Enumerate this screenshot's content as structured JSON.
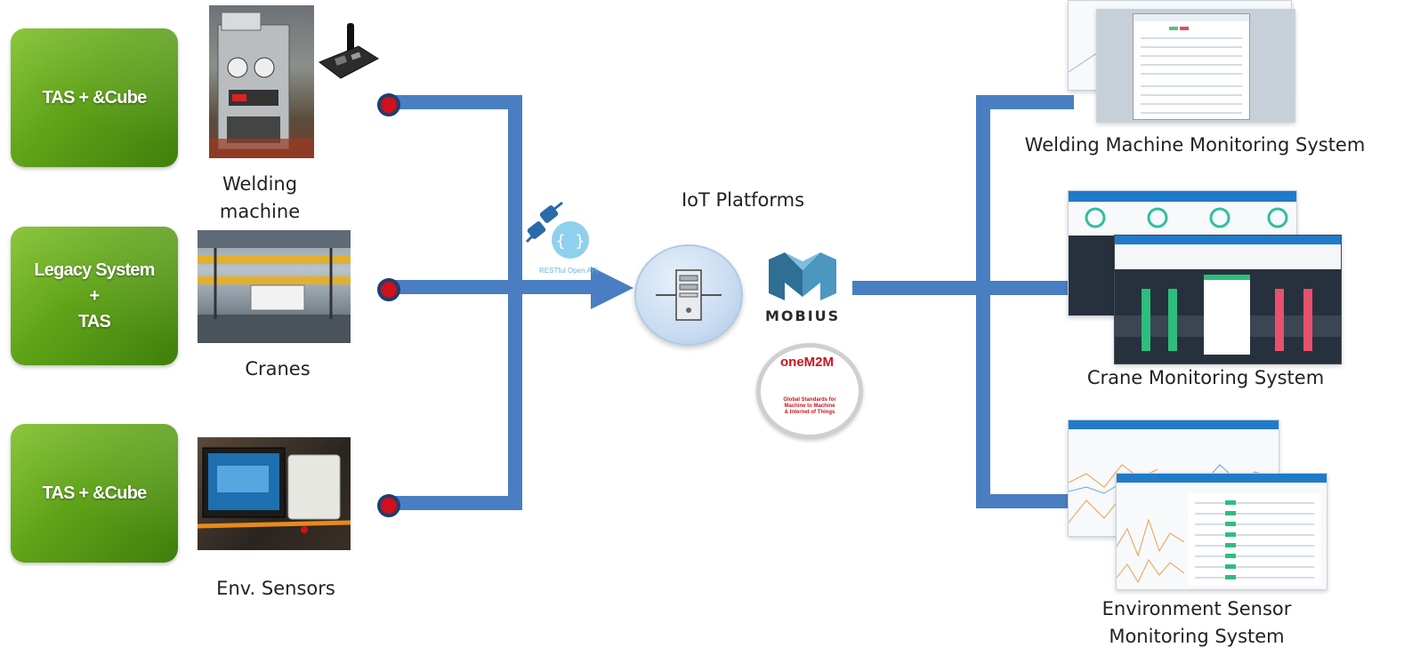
{
  "sources": [
    {
      "box_label": "TAS + &Cube",
      "caption": "Welding\nmachine"
    },
    {
      "box_label": "Legacy System\n+\nTAS",
      "caption": "Cranes"
    },
    {
      "box_label": "TAS + &Cube",
      "caption": "Env. Sensors"
    }
  ],
  "api_label": "RESTful Open API",
  "platform": {
    "title": "IoT Platforms",
    "mobius_label": "MOBIUS",
    "onem2m_name": "oneM2M",
    "onem2m_tagline": "Global Standards for\nMachine to Machine\n& Internet of Things"
  },
  "systems": [
    {
      "caption": "Welding Machine Monitoring System"
    },
    {
      "caption": "Crane Monitoring System"
    },
    {
      "caption": "Environment Sensor\nMonitoring System"
    }
  ],
  "colors": {
    "pipe": "#4a7ec2",
    "green": "#5fa318",
    "dot": "#d0101a"
  }
}
